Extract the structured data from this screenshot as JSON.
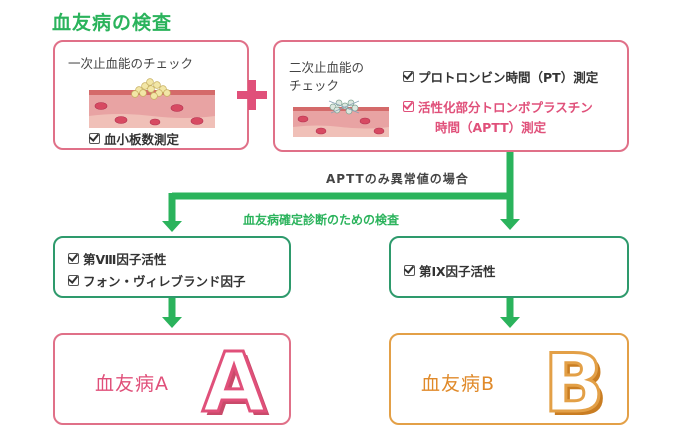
{
  "title": "血友病の検査",
  "primary": {
    "heading": "一次止血能のチェック",
    "tests": [
      "血小板数測定"
    ]
  },
  "secondary": {
    "heading_line1": "二次止血能の",
    "heading_line2": "チェック",
    "tests": [
      {
        "text": "プロトロンビン時間（PT）測定",
        "highlight": false
      },
      {
        "text_line1": "活性化部分トロンボプラスチン",
        "text_line2": "時間（APTT）測定",
        "highlight": true
      }
    ]
  },
  "plus_symbol": "+",
  "condition_label": "APTTのみ異常値の場合",
  "definitive_label": "血友病確定診断のための検査",
  "branch_a": {
    "tests": [
      "第Ⅷ因子活性",
      "フォン・ヴィレブランド因子"
    ]
  },
  "branch_b": {
    "tests": [
      "第Ⅸ因子活性"
    ]
  },
  "result_a": {
    "label": "血友病A",
    "letter": "A"
  },
  "result_b": {
    "label": "血友病B",
    "letter": "B"
  },
  "colors": {
    "green": "#2bb35c",
    "pink": "#e07088",
    "red": "#e0507a",
    "teal": "#2e9a6c",
    "orange": "#e3a047"
  }
}
